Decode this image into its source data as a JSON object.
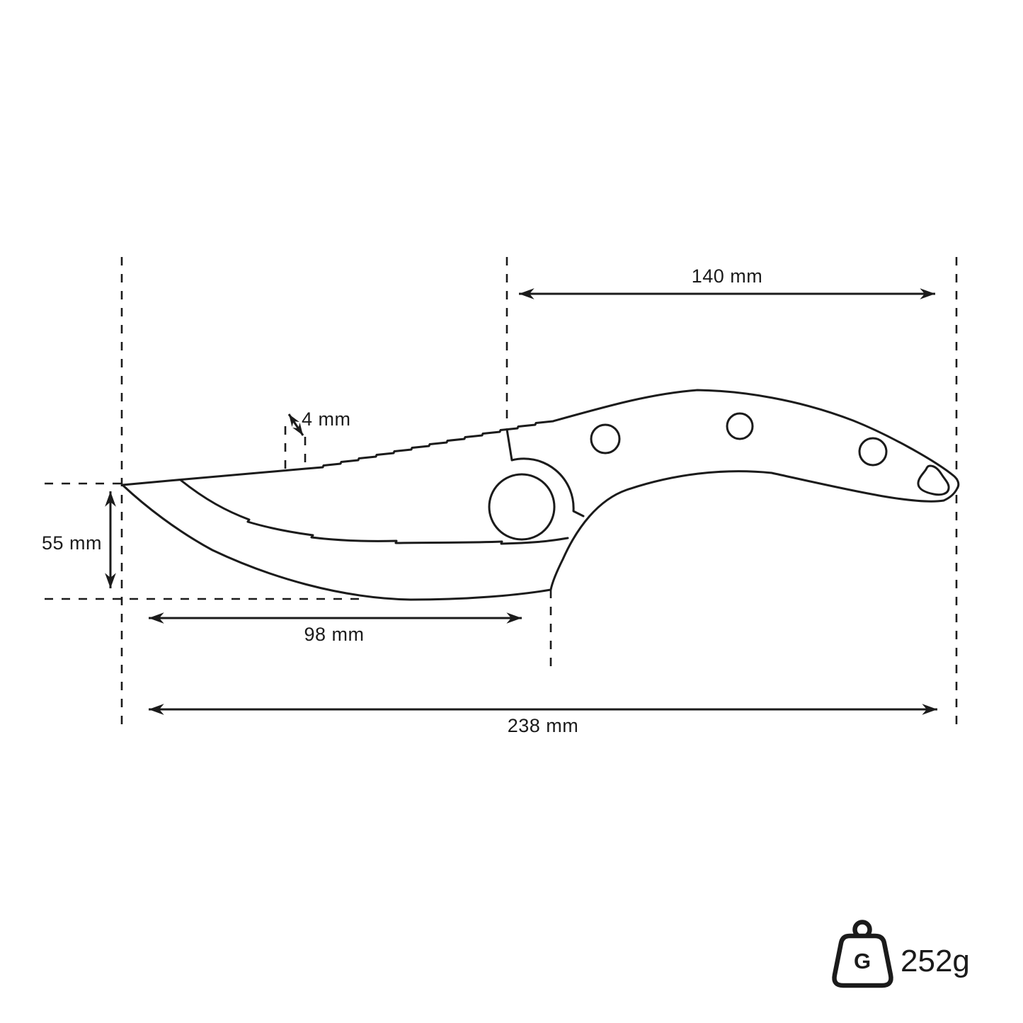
{
  "drawing": {
    "type": "technical-dimension-diagram",
    "subject": "knife side profile",
    "background_color": "#ffffff",
    "line_color": "#1b1b1b",
    "dimensions": {
      "handle_length": "140 mm",
      "spine_thickness": "4 mm",
      "blade_height": "55 mm",
      "edge_length": "98 mm",
      "overall_length": "238 mm"
    },
    "weight": {
      "icon": "weight-kettlebell-icon",
      "icon_letter": "G",
      "value": "252g"
    }
  }
}
